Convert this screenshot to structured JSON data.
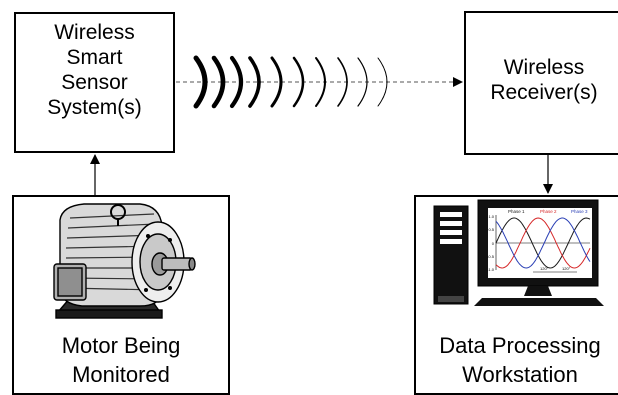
{
  "sensor_box": {
    "line1": "Wireless",
    "line2": "Smart",
    "line3": "Sensor",
    "line4": "System(s)"
  },
  "receiver_box": {
    "line1": "Wireless",
    "line2": "Receiver(s)"
  },
  "motor_box": {
    "line1": "Motor Being",
    "line2": "Monitored"
  },
  "workstation_box": {
    "line1": "Data Processing",
    "line2": "Workstation"
  },
  "monitor_plot": {
    "legend": [
      "Phase 1",
      "Phase 2",
      "Phase 3"
    ],
    "yticks": [
      "1.0",
      "0.5",
      "0",
      "-0.5",
      "-1.0"
    ],
    "angle_labels": [
      "120°",
      "120°"
    ],
    "colors": {
      "phase1": "#1a1a1a",
      "phase2": "#d62728",
      "phase3": "#2a3fb5"
    }
  }
}
